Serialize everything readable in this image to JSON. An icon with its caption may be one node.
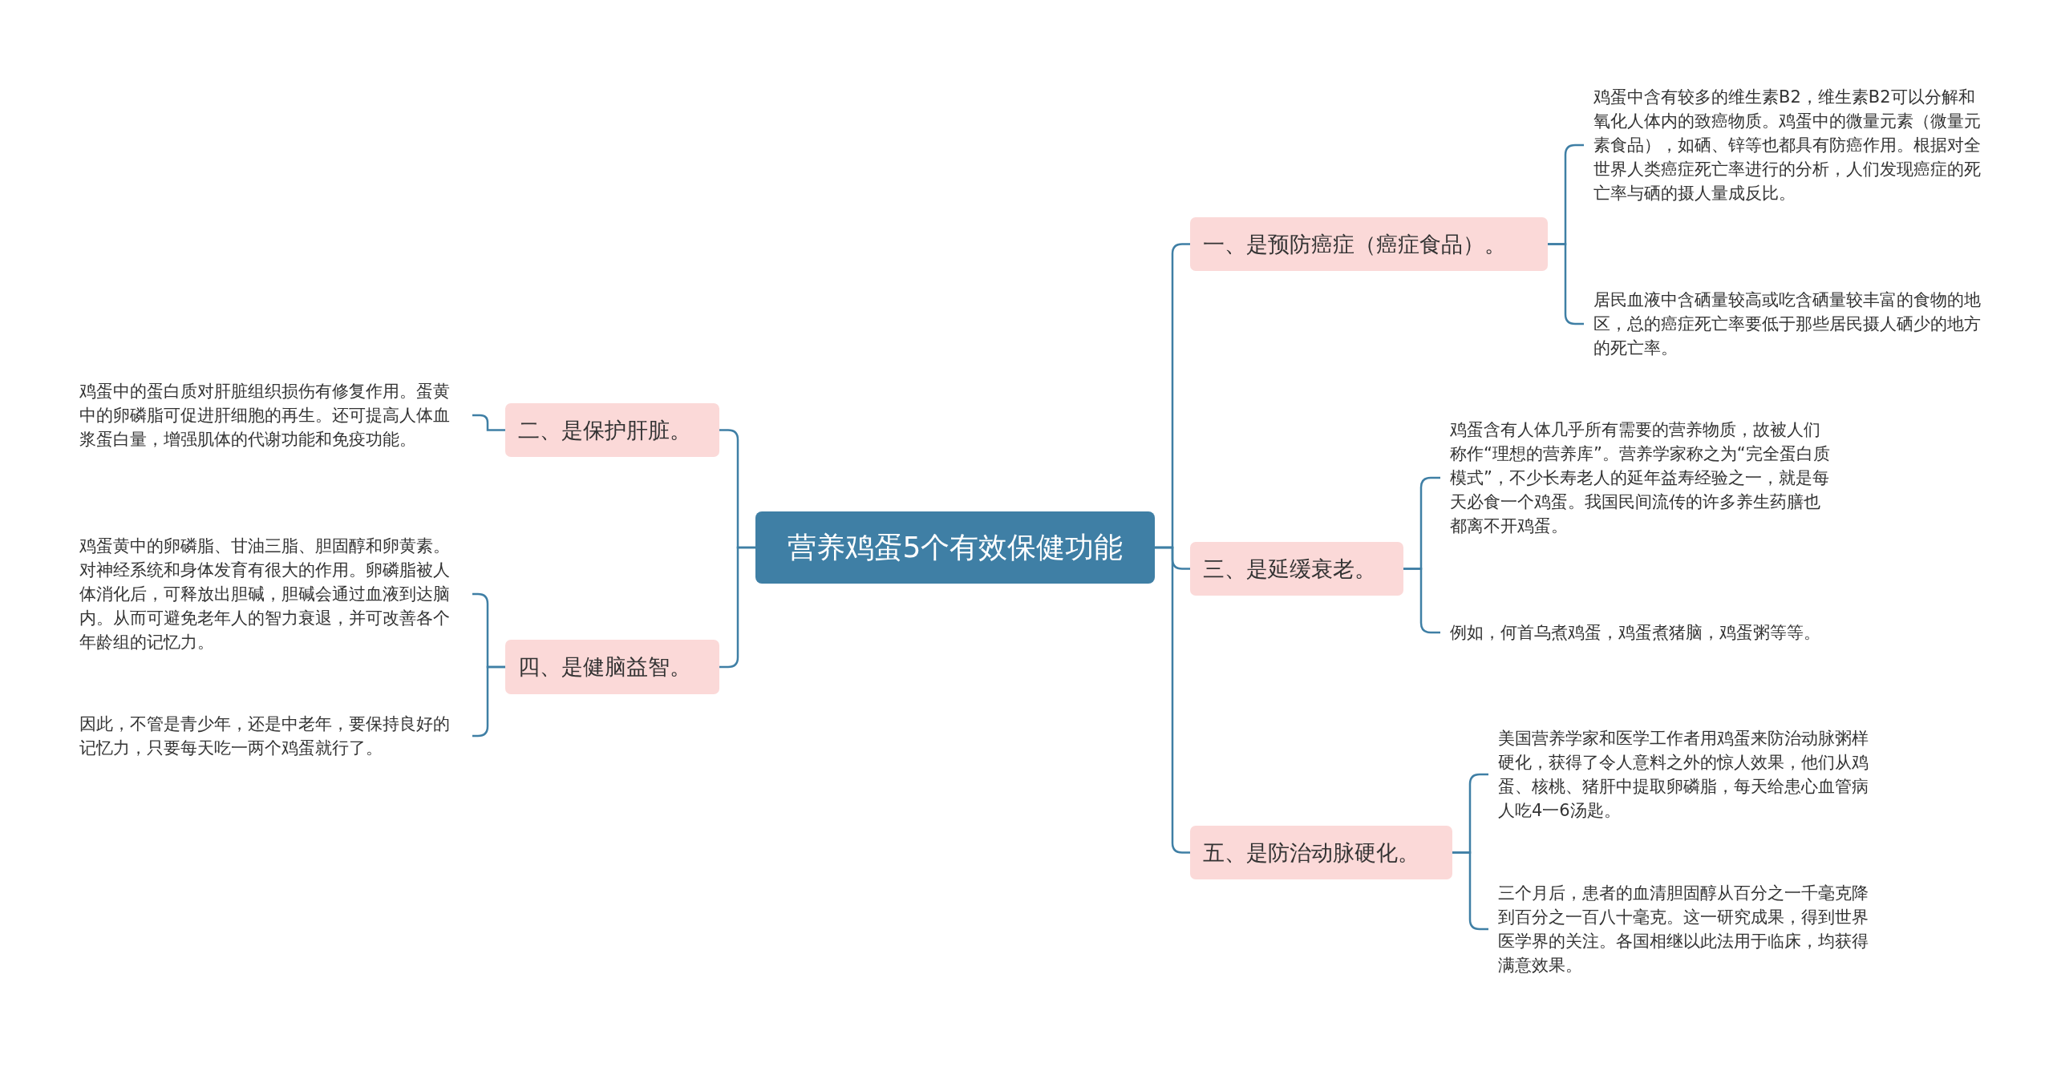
{
  "diagram": {
    "nodes": [
      {
        "text": [
          "营养鸡蛋5个有效保健功能"
        ]
      },
      {
        "text": [
          "一、是预防癌症（癌症食品）。"
        ]
      },
      {
        "text": [
          "鸡蛋中含有较多的维生素B2，维生素B2可以分解和氧化人体内的致癌物质。鸡蛋中的微量元素（微量元素食品），如硒、锌等也都具有防癌作用。根据对全世界人类癌症死亡率进行的分析，人们发现癌症的死亡率与硒的摄人量成反比。"
        ]
      },
      {
        "text": [
          "居民血液中含硒量较高或吃含硒量较丰富的食物的地区，总的癌症死亡率要低于那些居民摄人硒少的地方的死亡率。"
        ]
      },
      {
        "text": [
          "二、是保护肝脏。"
        ]
      },
      {
        "text": [
          "鸡蛋中的蛋白质对肝脏组织损伤有修复作用。蛋黄中的卵磷脂可促进肝细胞的再生。还可提高人体血浆蛋白量，增强肌体的代谢功能和免疫功能。"
        ]
      },
      {
        "text": [
          "三、是延缓衰老。"
        ]
      },
      {
        "text": [
          "鸡蛋含有人体几乎所有需要的营养物质，故被人们称作“理想的营养库”。营养学家称之为“完全蛋白质模式”，不少长寿老人的延年益寿经验之一，就是每天必食一个鸡蛋。我国民间流传的许多养生药膳也都离不开鸡蛋。"
        ]
      },
      {
        "text": [
          "例如，何首乌煮鸡蛋，鸡蛋煮猪脑，鸡蛋粥等等。"
        ]
      },
      {
        "text": [
          "四、是健脑益智。"
        ]
      },
      {
        "text": [
          "鸡蛋黄中的卵磷脂、甘油三脂、胆固醇和卵黄素。对神经系统和身体发育有很大的作用。卵磷脂被人体消化后，可释放出胆碱，胆碱会通过血液到达脑内。从而可避免老年人的智力衰退，并可改善各个年龄组的记忆力。"
        ]
      },
      {
        "text": [
          "因此，不管是青少年，还是中老年，要保持良好的记忆力，只要每天吃一两个鸡蛋就行了。"
        ]
      },
      {
        "text": [
          "五、是防治动脉硬化。"
        ]
      },
      {
        "text": [
          "美国营养学家和医学工作者用鸡蛋来防治动脉粥样硬化，获得了令人意料之外的惊人效果，他们从鸡蛋、核桃、猪肝中提取卵磷脂，每天给患心血管病人吃4一6汤匙。"
        ]
      },
      {
        "text": [
          "三个月后，患者的血清胆固醇从百分之一千毫克降到百分之一百八十毫克。这一研究成果，得到世界医学界的关注。各国相继以此法用于临床，均获得满意效果。"
        ]
      }
    ],
    "edges": [
      {
        "from": 0,
        "to": 1,
        "arrow": "none"
      },
      {
        "from": 1,
        "to": 2,
        "arrow": "none"
      },
      {
        "from": 1,
        "to": 3,
        "arrow": "none"
      },
      {
        "from": 0,
        "to": 4,
        "arrow": "none"
      },
      {
        "from": 4,
        "to": 5,
        "arrow": "none"
      },
      {
        "from": 0,
        "to": 6,
        "arrow": "none"
      },
      {
        "from": 6,
        "to": 7,
        "arrow": "none"
      },
      {
        "from": 6,
        "to": 8,
        "arrow": "none"
      },
      {
        "from": 0,
        "to": 9,
        "arrow": "none"
      },
      {
        "from": 9,
        "to": 10,
        "arrow": "none"
      },
      {
        "from": 9,
        "to": 11,
        "arrow": "none"
      },
      {
        "from": 0,
        "to": 12,
        "arrow": "none"
      },
      {
        "from": 12,
        "to": 13,
        "arrow": "none"
      },
      {
        "from": 12,
        "to": 14,
        "arrow": "none"
      }
    ]
  }
}
